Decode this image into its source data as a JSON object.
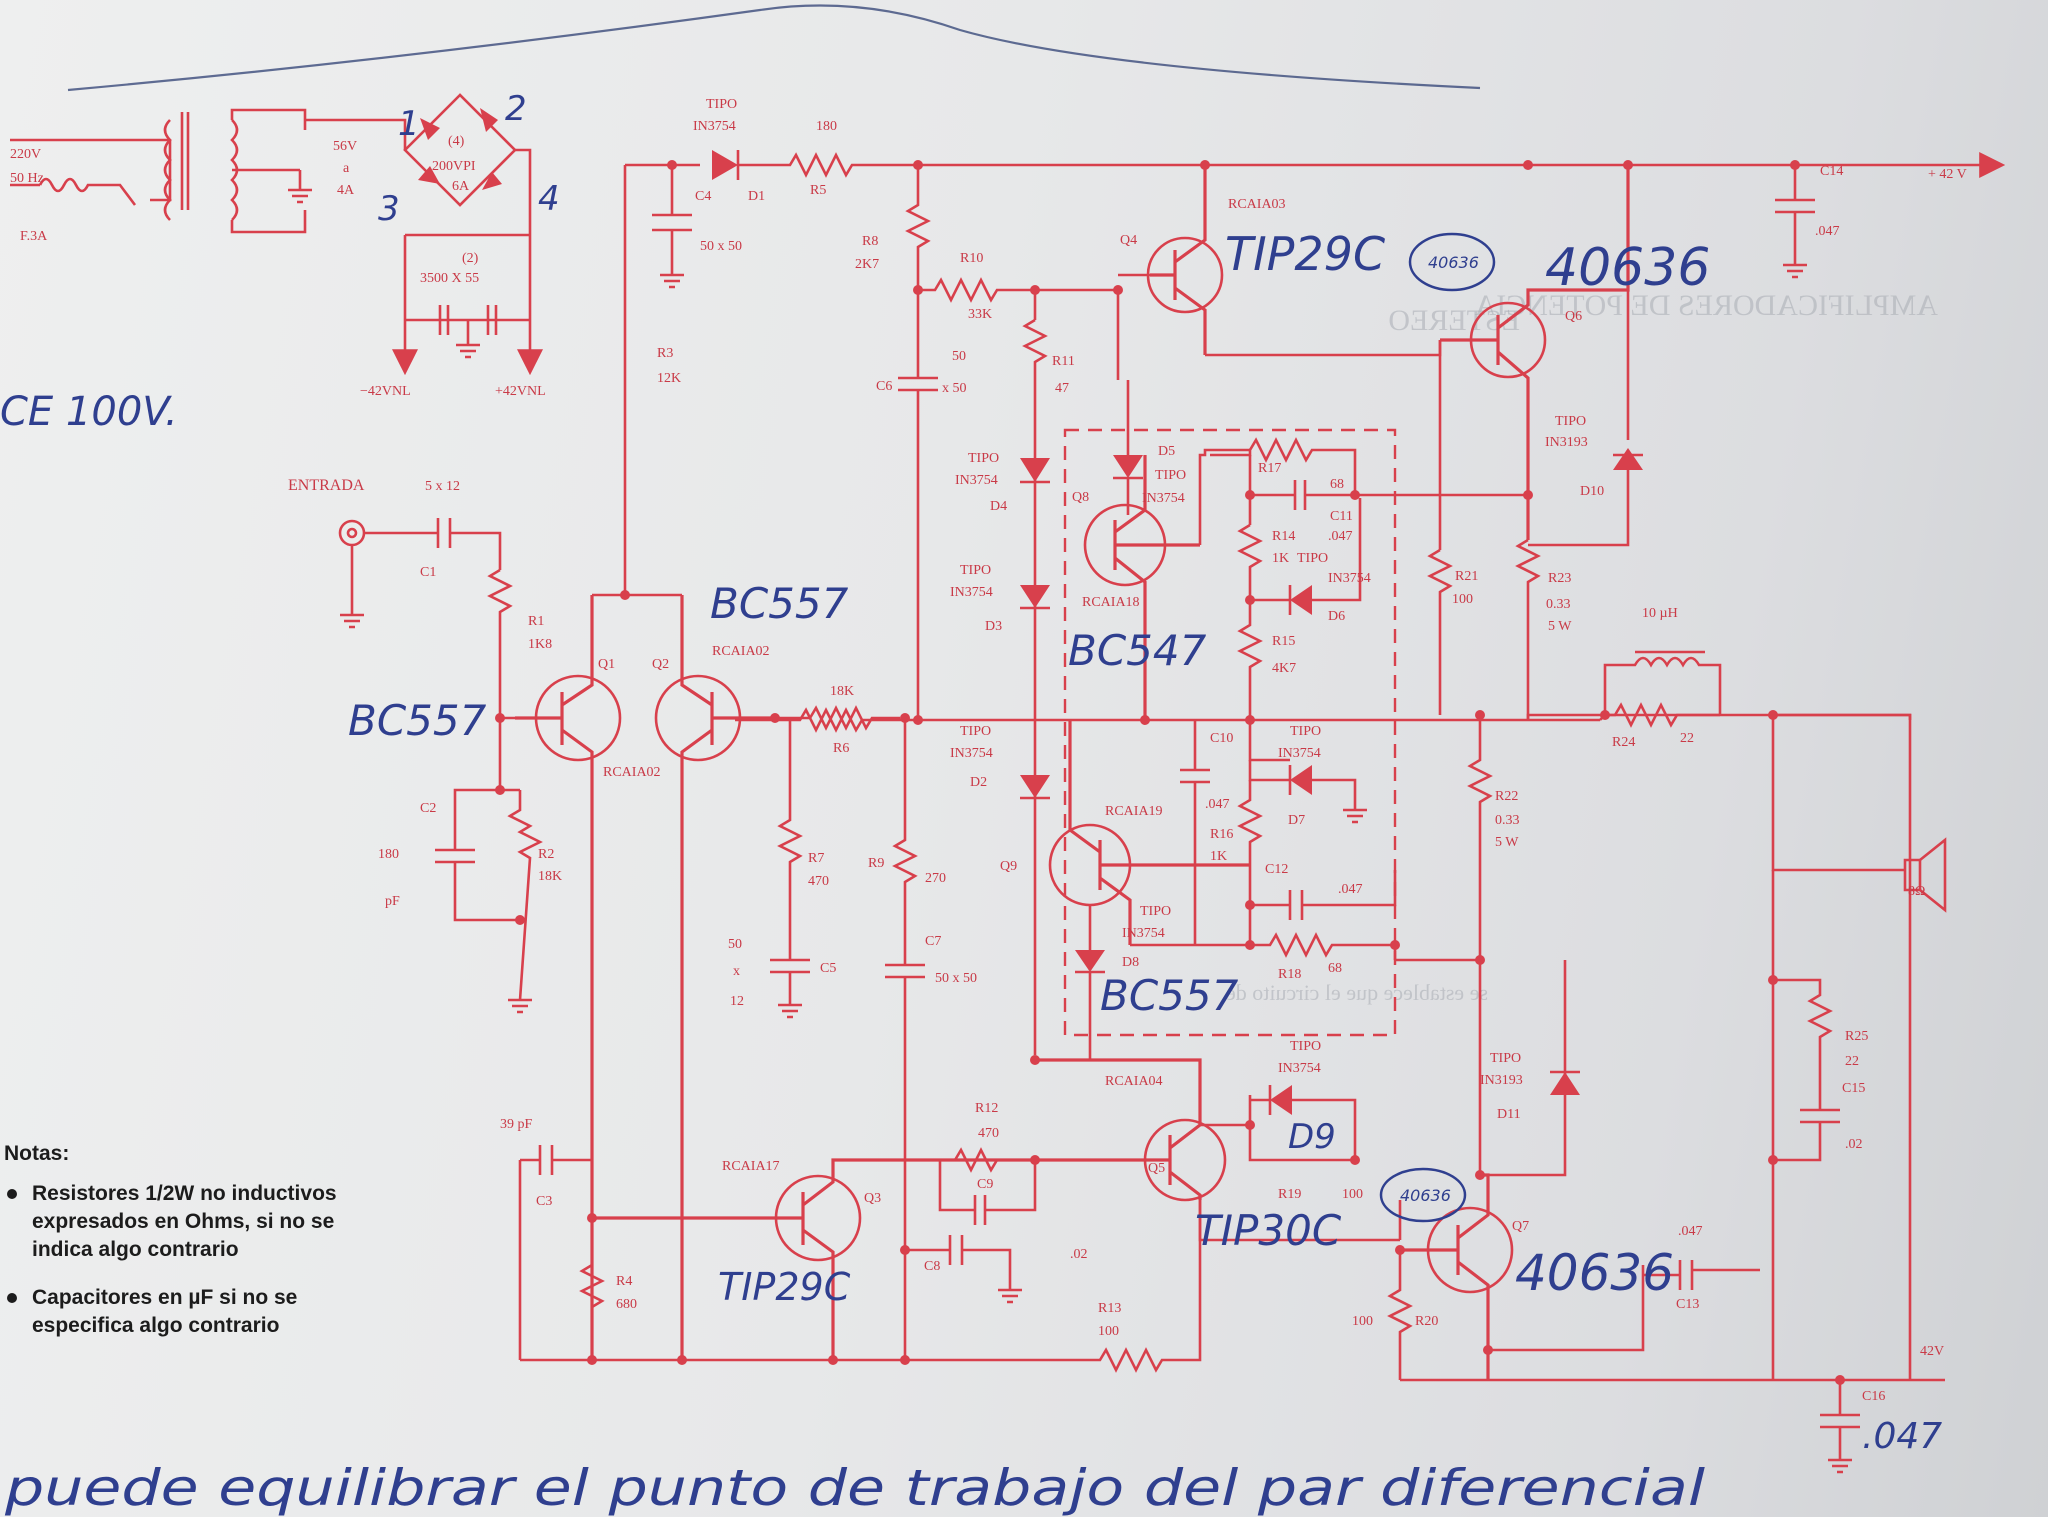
{
  "labels": {
    "input": "ENTRADA",
    "c1_val": "5 x 12",
    "c1": "C1",
    "r1": "R1",
    "r1_val": "1K8",
    "q1": "Q1",
    "q2": "Q2",
    "q1q2_type": "RCAIA02",
    "q1q2_type2": "RCAIA02",
    "r3": "R3",
    "r3_val": "12K",
    "c4": "C4",
    "c4_val": "50 x 50",
    "d1": "D1",
    "d1_type_a": "TIPO",
    "d1_type_b": "IN3754",
    "r5": "R5",
    "r5_val": "180",
    "r8": "R8",
    "r8_val": "2K7",
    "r10": "R10",
    "r10_val": "33K",
    "c6": "C6",
    "c6_val_a": "50",
    "c6_val_b": "x 50",
    "r11": "R11",
    "r11_val": "47",
    "q4": "Q4",
    "q4_type": "RCAIA03",
    "q6": "Q6",
    "c14": "C14",
    "c14_val": ".047",
    "plus42": "+ 42 V",
    "d10_a": "TIPO",
    "d10_b": "IN3193",
    "d10": "D10",
    "r21": "R21",
    "r21_val": "100",
    "r23": "R23",
    "r23_val_a": "0.33",
    "r23_val_b": "5 W",
    "l1_val": "10 µH",
    "r24": "R24",
    "r24_val": "22",
    "d4_a": "TIPO",
    "d4_b": "IN3754",
    "d4": "D4",
    "d3_a": "TIPO",
    "d3_b": "IN3754",
    "d3": "D3",
    "d2_a": "TIPO",
    "d2_b": "IN3754",
    "d2": "D2",
    "d5": "D5",
    "d5_a": "TIPO",
    "d5_b": "IN3754",
    "q8": "Q8",
    "q8_type": "RCAIA18",
    "r17": "R17",
    "c11_val": "68",
    "c11": "C11",
    "c11_b": ".047",
    "r14": "R14",
    "r14_val": "1K",
    "d6_a": "TIPO",
    "d6_b": "IN3754",
    "d6": "D6",
    "r15": "R15",
    "r15_val": "4K7",
    "c10": "C10",
    "c10_val": ".047",
    "d7_a": "TIPO",
    "d7_b": "IN3754",
    "d7": "D7",
    "q9_type": "RCAIA19",
    "r16": "R16",
    "r16_val": "1K",
    "q9": "Q9",
    "c12": "C12",
    "c12_val": ".047",
    "d8_a": "TIPO",
    "d8_b": "IN3754",
    "d8": "D8",
    "r18": "R18",
    "r18_val": "68",
    "r22": "R22",
    "r22_val_a": "0.33",
    "r22_val_b": "5 W",
    "speaker": "8Ω",
    "r25": "R25",
    "r25_val": "22",
    "c15": "C15",
    "c15_val": ".02",
    "c2": "C2",
    "c2_val": "180",
    "c2_unit": "pF",
    "r2": "R2",
    "r2_val": "18K",
    "r6_val": "18K",
    "r6": "R6",
    "r7": "R7",
    "r7_val": "470",
    "c5_a": "50",
    "c5_b": "x",
    "c5_c": "12",
    "c5": "C5",
    "r9": "R9",
    "r9_val": "270",
    "c7": "C7",
    "c7_val": "50 x 50",
    "q5_type": "RCAIA04",
    "d9_a": "TIPO",
    "d9_b": "IN3754",
    "d11_a": "TIPO",
    "d11_b": "IN3193",
    "d11": "D11",
    "r12": "R12",
    "r12_val": "470",
    "c9": "C9",
    "c3_val": "39 pF",
    "c3": "C3",
    "q3_type": "RCAIA17",
    "q3": "Q3",
    "c8": "C8",
    "c8_val": ".02",
    "r4": "R4",
    "r4_val": "680",
    "r13": "R13",
    "r13_val": "100",
    "q5": "Q5",
    "r19": "R19",
    "r19_val": "100",
    "q7": "Q7",
    "r20": "R20",
    "r20_val": "100",
    "c13_val": ".047",
    "c13": "C13",
    "minus42": "42V",
    "c16": "C16",
    "psu_220": "220V",
    "psu_50": "50 Hz",
    "psu_fuse": "F.3A",
    "psu_56": "56V",
    "psu_a": "a",
    "psu_4a": "4A",
    "bridge_n": "(4)",
    "bridge_v": "200VPI",
    "bridge_a": "6A",
    "caps_n": "(2)",
    "caps_v": "3500 X 55",
    "out_neg": "−42VNL",
    "out_pos": "+42VNL"
  },
  "handwritten": {
    "ce": "CE 100V.",
    "q1": "BC557",
    "q2": "BC557",
    "q8": "BC547",
    "q9": "BC557",
    "q4": "TIP29C",
    "q6_circle": "40636",
    "q6": "40636",
    "q3": "TIP29C",
    "q5": "TIP30C",
    "q7_circle": "40636",
    "q7": "40636",
    "d9": "D9",
    "c16": ".047",
    "b1": "1",
    "b2": "2",
    "b3": "3",
    "b4": "4",
    "bottom_note": "puede equilibrar el punto de trabajo del par diferencial"
  },
  "notes": {
    "title": "Notas:",
    "n1_a": "Resistores 1/2W no inductivos",
    "n1_b": "expresados en Ohms, si no se",
    "n1_c": "indica algo contrario",
    "n2_a": "Capacitores en µF si no se",
    "n2_b": "especifica algo contrario"
  },
  "colors": {
    "ink_red": "#d8404c",
    "pen_blue": "#2f3f8f",
    "paper": "#e9eaea"
  }
}
